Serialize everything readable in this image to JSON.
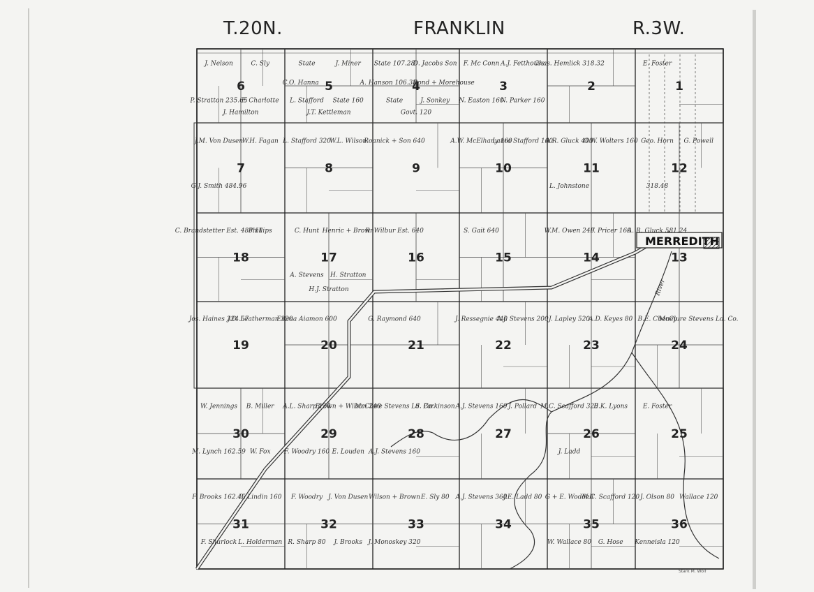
{
  "header": {
    "township": "T.20N.",
    "name": "FRANKLIN",
    "range": "R.3W."
  },
  "town": "MERREDITH",
  "river_label": "River",
  "maker_credit": "Stark M. Wolf",
  "sections": [
    {
      "num": "6",
      "owners": [
        "J. Nelson",
        "C. Sly",
        "P. Stratton 235.65",
        "F. Charlotte",
        "J. Hamilton"
      ]
    },
    {
      "num": "5",
      "owners": [
        "State",
        "J. Miner",
        "L. Stafford",
        "State 160",
        "J.T. Kettleman",
        "C.O. Hanna"
      ]
    },
    {
      "num": "4",
      "owners": [
        "State 107.28",
        "D. Jacobs Son",
        "State",
        "J. Sonkey",
        "Govt. 120",
        "A. Hanson 106.38",
        "Bond + Morehouse"
      ]
    },
    {
      "num": "3",
      "owners": [
        "F. Mc Conn",
        "A.J. Fetthouse",
        "N. Easton 160",
        "N. Parker 160"
      ]
    },
    {
      "num": "2",
      "owners": [
        "Chas. Hemlick 318.32"
      ]
    },
    {
      "num": "1",
      "owners": [
        "E. Foster"
      ]
    },
    {
      "num": "7",
      "owners": [
        "J.M. Von Dusen",
        "W.H. Fagan",
        "G.J. Smith 484.96"
      ]
    },
    {
      "num": "8",
      "owners": [
        "L. Stafford 320",
        "W.L. Wilson"
      ]
    },
    {
      "num": "9",
      "owners": [
        "Roanick + Son 640"
      ]
    },
    {
      "num": "10",
      "owners": [
        "A.W. McElhany 160",
        "Laura Stafford 160"
      ]
    },
    {
      "num": "11",
      "owners": [
        "A.R. Gluck 400",
        "O.W. Wolters 160",
        "L. Johnstone"
      ]
    },
    {
      "num": "12",
      "owners": [
        "Geo. Horn",
        "G. Powell",
        "318.48"
      ]
    },
    {
      "num": "18",
      "owners": [
        "C. Brandstetter Est. 488.11",
        "Phillips"
      ]
    },
    {
      "num": "17",
      "owners": [
        "C. Hunt",
        "Henric + Brown",
        "A. Stevens",
        "H. Stratton",
        "H.J. Stratton"
      ]
    },
    {
      "num": "16",
      "owners": [
        "R. Wilbur Est. 640"
      ]
    },
    {
      "num": "15",
      "owners": [
        "S. Gait 640"
      ]
    },
    {
      "num": "14",
      "owners": [
        "W.M. Owen 240",
        "F. Pricer 160"
      ]
    },
    {
      "num": "13",
      "owners": [
        "A. R. Gluck 581.24"
      ]
    },
    {
      "num": "19",
      "owners": [
        "Jos. Haines 324.57",
        "J.O. Leatherman 320"
      ]
    },
    {
      "num": "20",
      "owners": [
        "Emma Aiamon 600"
      ]
    },
    {
      "num": "21",
      "owners": [
        "G. Raymond 640"
      ]
    },
    {
      "num": "22",
      "owners": [
        "J. Ressegnie 440",
        "A.J. Stevens 200"
      ]
    },
    {
      "num": "23",
      "owners": [
        "J. Lapley 520",
        "A.D. Keyes 80"
      ]
    },
    {
      "num": "24",
      "owners": [
        "B.E. Cheney",
        "McClure Stevens Ld. Co."
      ]
    },
    {
      "num": "30",
      "owners": [
        "W. Jennings",
        "B. Miller",
        "M. Lynch 162.59",
        "W. Fox"
      ]
    },
    {
      "num": "29",
      "owners": [
        "A.L. Sharp 120",
        "Brown + Wilson 240",
        "F. Woodry 160",
        "E. Louden"
      ]
    },
    {
      "num": "28",
      "owners": [
        "McClure Stevens Ld. Co.",
        "S. Parkinson",
        "A.J. Stevens 160"
      ]
    },
    {
      "num": "27",
      "owners": [
        "A.J. Stevens 160",
        "J. Pollard"
      ]
    },
    {
      "num": "26",
      "owners": [
        "M.C. Scafford 320",
        "E.K. Lyons",
        "J. Ladd"
      ]
    },
    {
      "num": "25",
      "owners": [
        "E. Foster"
      ]
    },
    {
      "num": "31",
      "owners": [
        "F. Brooks 162.45",
        "B. Lindin 160",
        "F. Shurlock",
        "L. Holderman"
      ]
    },
    {
      "num": "32",
      "owners": [
        "F. Woodry",
        "J. Von Dusen",
        "R. Sharp 80",
        "J. Brooks"
      ]
    },
    {
      "num": "33",
      "owners": [
        "Wilson + Brown",
        "E. Sly 80",
        "J. Monoskey 320"
      ]
    },
    {
      "num": "34",
      "owners": [
        "A.J. Stevens 360",
        "J.E. Ladd 80"
      ]
    },
    {
      "num": "35",
      "owners": [
        "G + E. Woddell",
        "M.C. Scafford 120",
        "W. Wallace 80",
        "G. Hose"
      ]
    },
    {
      "num": "36",
      "owners": [
        "J. Olson 80",
        "Wallace 120",
        "Kenneisla 120"
      ]
    }
  ]
}
